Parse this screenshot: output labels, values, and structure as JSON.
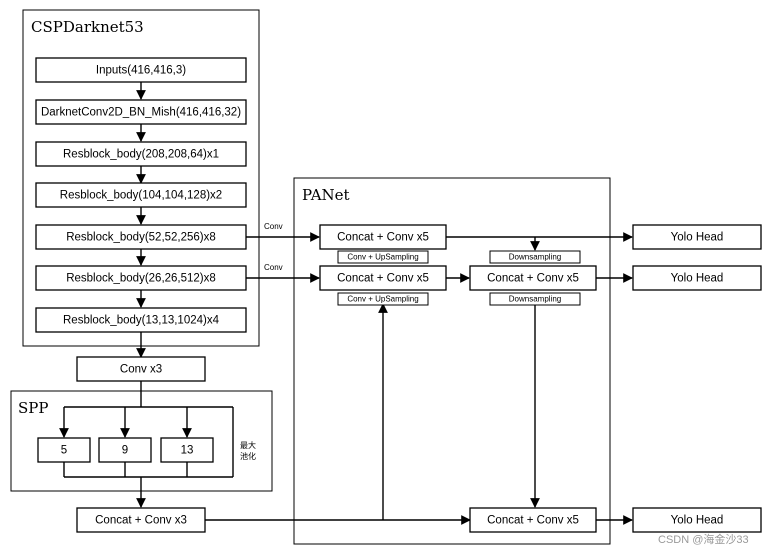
{
  "groups": {
    "csp": "CSPDarknet53",
    "panet": "PANet",
    "spp": "SPP"
  },
  "backbone": {
    "inputs": "Inputs(416,416,3)",
    "conv_bn_mish": "DarknetConv2D_BN_Mish(416,416,32)",
    "res1": "Resblock_body(208,208,64)x1",
    "res2": "Resblock_body(104,104,128)x2",
    "res3": "Resblock_body(52,52,256)x8",
    "res4": "Resblock_body(26,26,512)x8",
    "res5": "Resblock_body(13,13,1024)x4"
  },
  "neck": {
    "conv_x3": "Conv x3",
    "pool_5": "5",
    "pool_9": "9",
    "pool_13": "13",
    "pool_note_line1": "最大",
    "pool_note_line2": "池化",
    "concat_conv_x3": "Concat + Conv x3"
  },
  "panet": {
    "concat_top_left": "Concat + Conv x5",
    "concat_mid_left": "Concat + Conv x5",
    "concat_mid_right": "Concat + Conv x5",
    "concat_bottom": "Concat + Conv x5",
    "upsampling_1": "Conv + UpSampling",
    "upsampling_2": "Conv + UpSampling",
    "downsampling_1": "Downsampling",
    "downsampling_2": "Downsampling"
  },
  "edges": {
    "conv_a": "Conv",
    "conv_b": "Conv"
  },
  "heads": {
    "head_1": "Yolo Head",
    "head_2": "Yolo Head",
    "head_3": "Yolo Head"
  },
  "watermark": "CSDN @海金沙33"
}
